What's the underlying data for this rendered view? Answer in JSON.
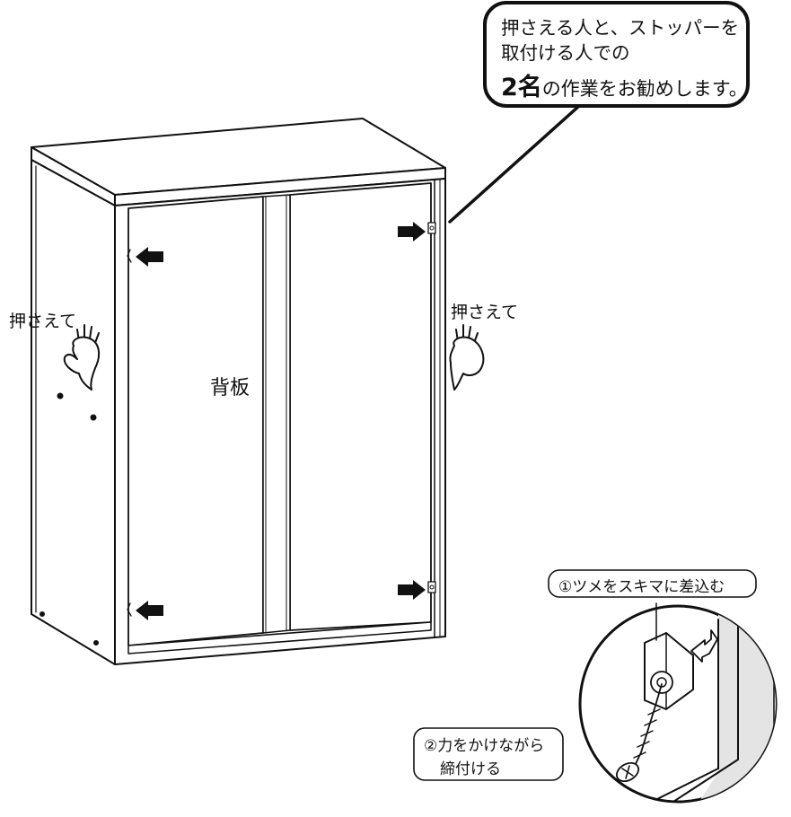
{
  "callout": {
    "line1": "押さえる人と、ストッパーを",
    "line2": "取付ける人での",
    "emph": "2名",
    "rest": "の作業をお勧めします。"
  },
  "labels": {
    "hold_left": "押さえて",
    "hold_right": "押さえて",
    "back_panel": "背板"
  },
  "steps": {
    "step1": "①ツメをスキマに差込む",
    "step2_line1": "②力をかけながら",
    "step2_line2": "締付ける"
  }
}
